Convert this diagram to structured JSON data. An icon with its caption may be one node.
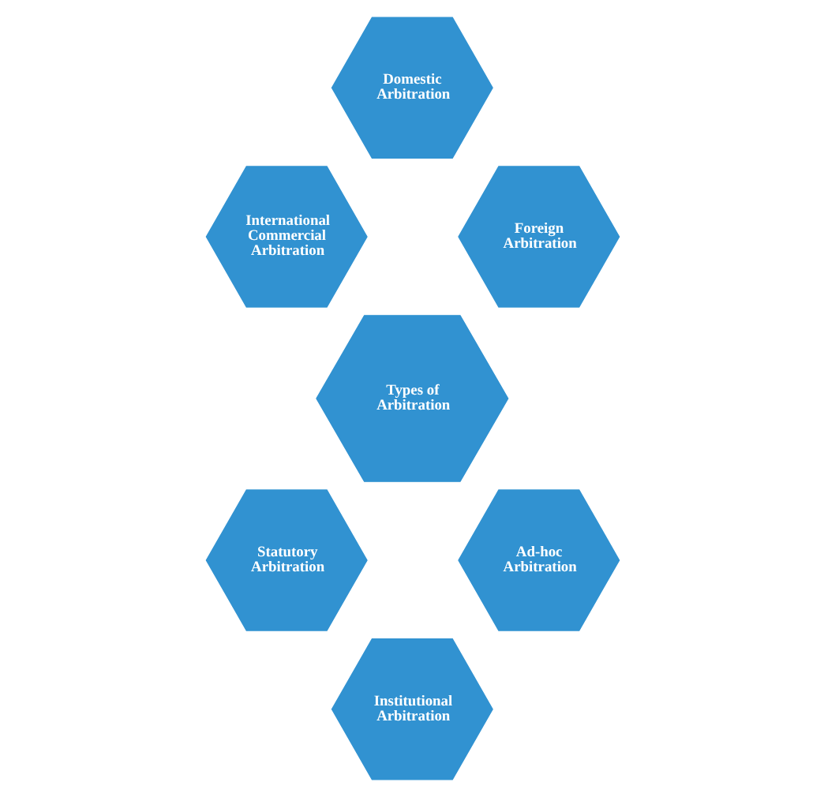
{
  "diagram": {
    "nodes": [
      {
        "text": [
          "Domestic Arbitration"
        ]
      },
      {
        "text": [
          "International Commercial Arbitration"
        ]
      },
      {
        "text": [
          "Foreign Arbitration"
        ]
      },
      {
        "text": [
          "Types of Arbitration"
        ]
      },
      {
        "text": [
          "Statutory Arbitration"
        ]
      },
      {
        "text": [
          "Ad-hoc Arbitration"
        ]
      },
      {
        "text": [
          "Institutional Arbitration"
        ]
      }
    ],
    "edges": []
  }
}
